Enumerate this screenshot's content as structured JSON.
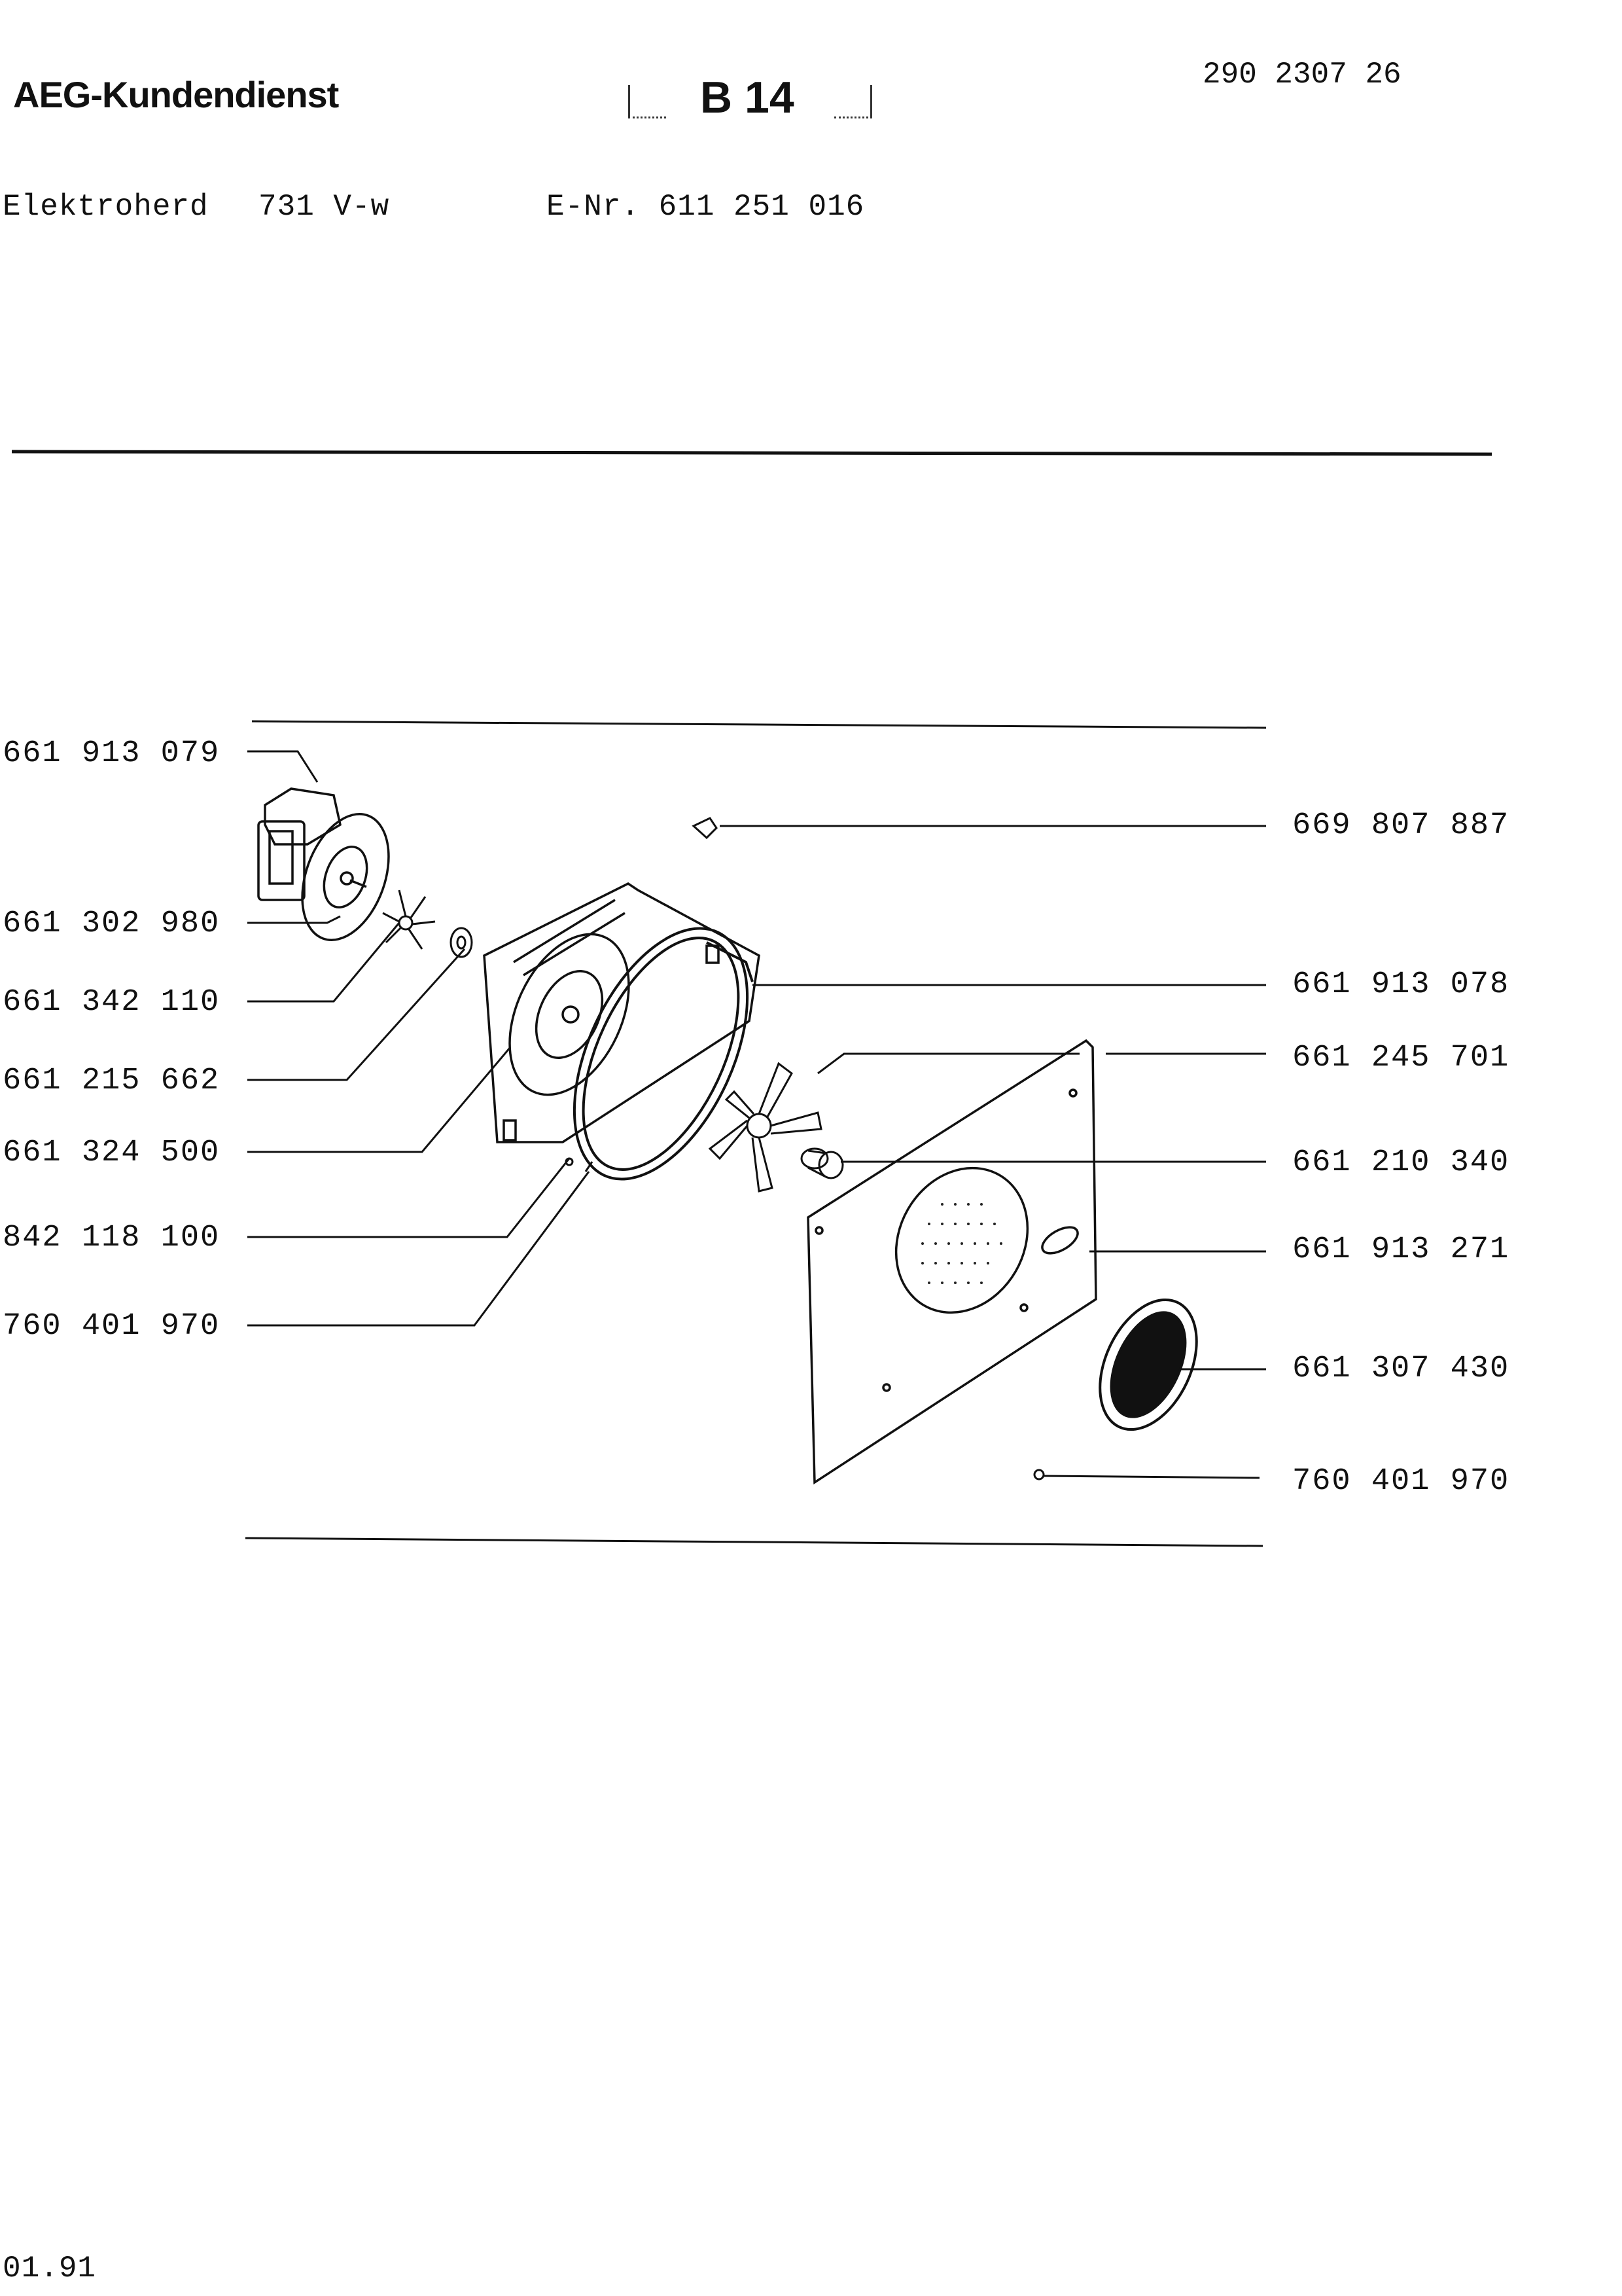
{
  "header": {
    "brand": "AEG-Kundendienst",
    "sheet_id": "B 14",
    "document_number": "290 2307 26",
    "product": "Elektroherd",
    "model": "731 V-w",
    "e_nr": "E-Nr. 611 251 016"
  },
  "parts_left": [
    "661 913 079",
    "661 302 980",
    "661 342 110",
    "661 215 662",
    "661 324 500",
    "842 118 100",
    "760 401 970"
  ],
  "parts_right": [
    "669 807 887",
    "661 913 078",
    "661 245 701",
    "661 210 340",
    "661 913 271",
    "661 307 430",
    "760 401 970"
  ],
  "footer": {
    "date": "01.91"
  },
  "colors": {
    "ink": "#111111",
    "paper": "#ffffff"
  }
}
